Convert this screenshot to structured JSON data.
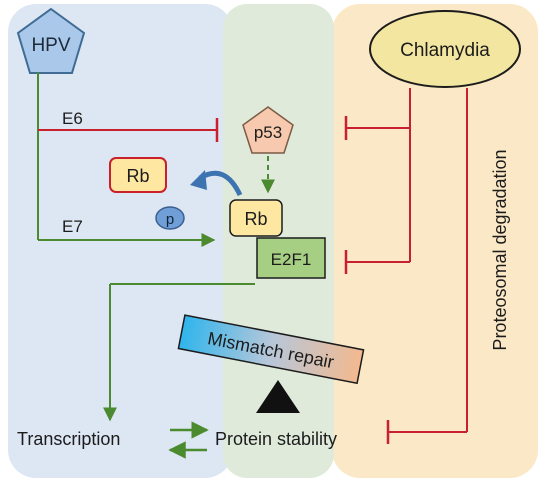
{
  "nodes": {
    "hpv": "HPV",
    "chlamydia": "Chlamydia",
    "p53": "p53",
    "rb_free": "Rb",
    "rb_bound": "Rb",
    "e2f1": "E2F1",
    "phosphate": "p",
    "mismatch_repair": "Mismatch repair"
  },
  "edges": {
    "e6": "E6",
    "e7": "E7"
  },
  "outputs": {
    "transcription": "Transcription",
    "protein_stability": "Protein stability",
    "proteosomal_degradation": "Proteosomal degradation"
  },
  "colors": {
    "left_panel": "#dde6f3",
    "middle_panel": "#dfeada",
    "right_panel": "#fbe8c6",
    "inhibit": "#c8202c",
    "activate": "#4c8a2f",
    "hpv_fill": "#a9c8ea",
    "hpv_stroke": "#3f6b94",
    "chlamydia_fill": "#f3e6a0",
    "p53_fill": "#f7c9ae",
    "rb_fill": "#fde7a1",
    "e2f1_fill": "#a7cf84",
    "phosphate_fill": "#6f9fd6",
    "curve_arrow": "#3c73b0"
  }
}
